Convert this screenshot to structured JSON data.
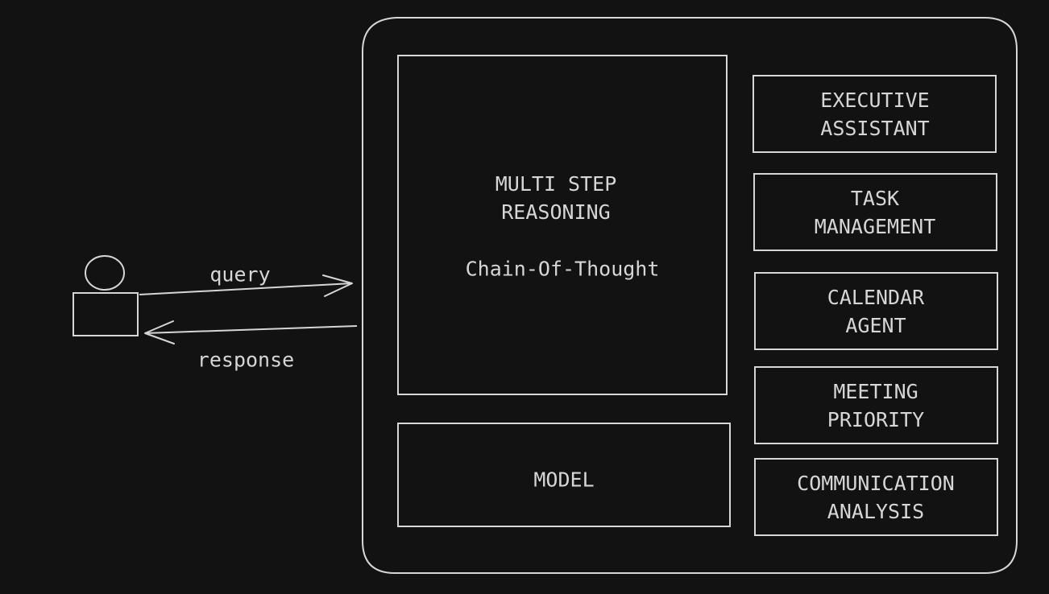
{
  "diagram": {
    "colors": {
      "background": "#121212",
      "stroke": "#d6d6d6",
      "text": "#d6d6d6"
    },
    "nodes": {
      "user": {
        "label": ""
      },
      "reasoning": {
        "title": [
          "MULTI STEP",
          "REASONING"
        ],
        "subtitle": "Chain-Of-Thought"
      },
      "model": {
        "label": "MODEL"
      },
      "tools": [
        {
          "id": "executive-assistant",
          "lines": [
            "EXECUTIVE",
            "ASSISTANT"
          ]
        },
        {
          "id": "task-management",
          "lines": [
            "TASK",
            "MANAGEMENT"
          ]
        },
        {
          "id": "calendar-agent",
          "lines": [
            "CALENDAR",
            "AGENT"
          ]
        },
        {
          "id": "meeting-priority",
          "lines": [
            "MEETING",
            "PRIORITY"
          ]
        },
        {
          "id": "communication-analysis",
          "lines": [
            "COMMUNICATION",
            "ANALYSIS"
          ]
        }
      ]
    },
    "edges": {
      "query": {
        "label": "query"
      },
      "response": {
        "label": "response"
      }
    }
  }
}
